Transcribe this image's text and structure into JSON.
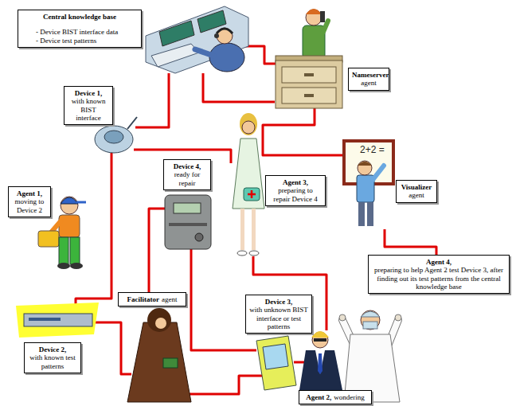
{
  "diagram": {
    "nodes": [
      {
        "text": [
          "Central knowledge base",
          "- Device BIST interface data",
          "- Device test patterns"
        ]
      },
      {
        "text": [
          "Nameserver",
          "agent"
        ]
      },
      {
        "text": [
          "Device 1,",
          "with known BIST interface"
        ]
      },
      {
        "text": [
          "Device 4,",
          "ready for repair"
        ]
      },
      {
        "text": [
          "Agent 3,",
          "preparing to repair Device 4"
        ]
      },
      {
        "text": [
          "Visualizer",
          "agent"
        ]
      },
      {
        "text": [
          "Agent 1,",
          "moving to Device 2"
        ]
      },
      {
        "text": [
          "Agent 4,",
          "preparing to help Agent 2 test Device 3, after finding out its test patterns from the central knowledge base"
        ]
      },
      {
        "text": [
          "Facilitator",
          "agent"
        ]
      },
      {
        "text": [
          "Device 3,",
          "with unknown BIST interface or test patterns"
        ]
      },
      {
        "text": [
          "Device 2,",
          "with known test patterns"
        ]
      },
      {
        "text": [
          "Agent 2,",
          "wondering"
        ]
      }
    ],
    "labels": [
      "2+2 ="
    ]
  }
}
